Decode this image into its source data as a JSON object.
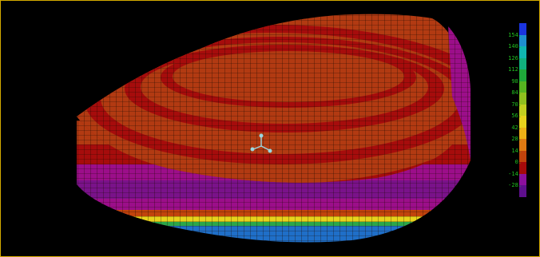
{
  "viewport": {
    "name": "fem-contour-viewport"
  },
  "legend": {
    "ticks": [
      "154.",
      "140.",
      "126.",
      "112.",
      "98.",
      "84.",
      "70.",
      "56.",
      "42.",
      "28.",
      "14.",
      "0.",
      "-14.",
      "-28."
    ],
    "colors": [
      "#1a34e0",
      "#1e8fd0",
      "#10b6b0",
      "#11b07e",
      "#1fa83a",
      "#56b320",
      "#8fbf1e",
      "#c2cf1f",
      "#e7d21c",
      "#ecb016",
      "#e07a12",
      "#c1430c",
      "#a40a0a",
      "#8c0f9c",
      "#5e0f8c"
    ],
    "tick_color": "#20c020"
  },
  "model": {
    "band_colors": [
      "#b23a12",
      "#a60c0c",
      "#9c0e8a",
      "#7a128a",
      "#2ba64a",
      "#1f6fc8"
    ],
    "mesh_line_color": "#1a0a00"
  }
}
